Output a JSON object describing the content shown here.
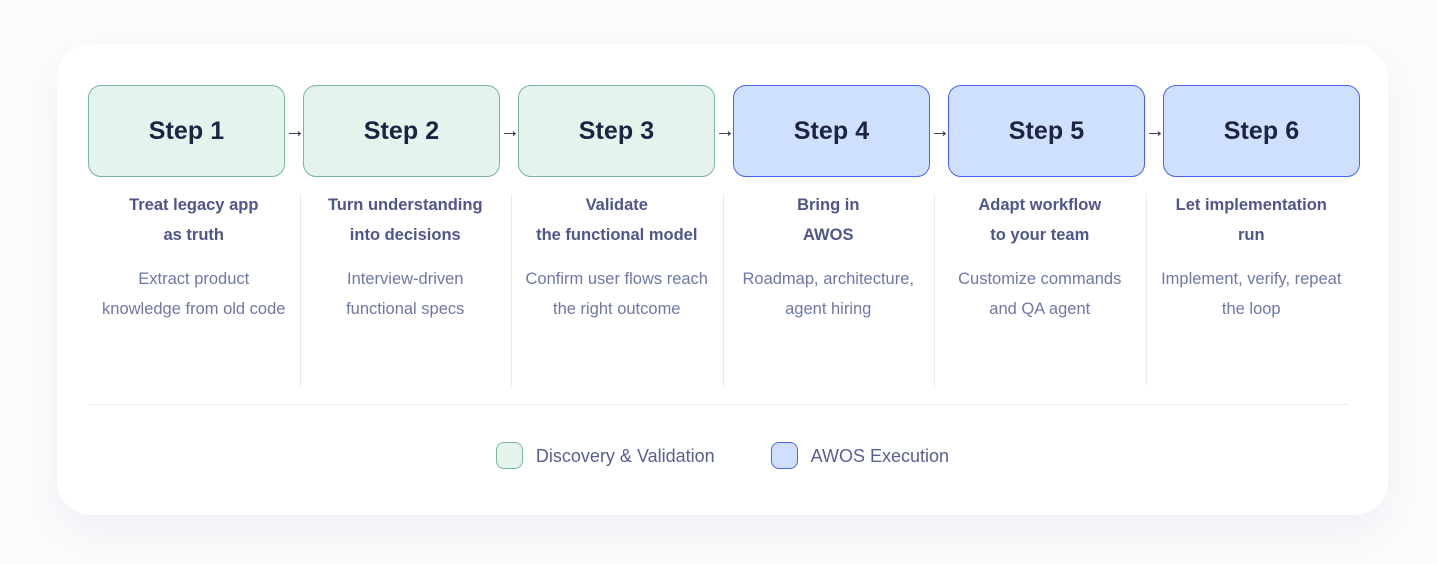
{
  "diagram": {
    "steps": [
      {
        "badge": "Step 1",
        "group": "discovery",
        "title": "Treat legacy app\nas truth",
        "body": "Extract product knowledge from old code"
      },
      {
        "badge": "Step 2",
        "group": "discovery",
        "title": "Turn understanding\ninto decisions",
        "body": "Interview-driven functional specs"
      },
      {
        "badge": "Step 3",
        "group": "discovery",
        "title": "Validate\nthe functional model",
        "body": "Confirm user flows reach the right outcome"
      },
      {
        "badge": "Step 4",
        "group": "awos",
        "title": "Bring in\nAWOS",
        "body": "Roadmap, architecture, agent hiring"
      },
      {
        "badge": "Step 5",
        "group": "awos",
        "title": "Adapt workflow\nto your team",
        "body": "Customize commands and QA agent"
      },
      {
        "badge": "Step 6",
        "group": "awos",
        "title": "Let implementation\nrun",
        "body": "Implement, verify, repeat the loop"
      }
    ],
    "connector_icon": "→",
    "legend": [
      {
        "label": "Discovery & Validation",
        "group": "discovery"
      },
      {
        "label": "AWOS Execution",
        "group": "awos"
      }
    ],
    "colors": {
      "page_background": "#fbfbfd",
      "panel_background": "#ffffff",
      "discovery_fill": "#e4f4ed",
      "discovery_border": "#79b79b",
      "awos_fill": "#cfe0ff",
      "awos_border": "#4a62f0",
      "badge_text": "#1d2340",
      "title_text": "#4f5689",
      "body_text": "#6f77a5",
      "legend_text": "#585f94",
      "divider": "#e9e9ef"
    }
  }
}
